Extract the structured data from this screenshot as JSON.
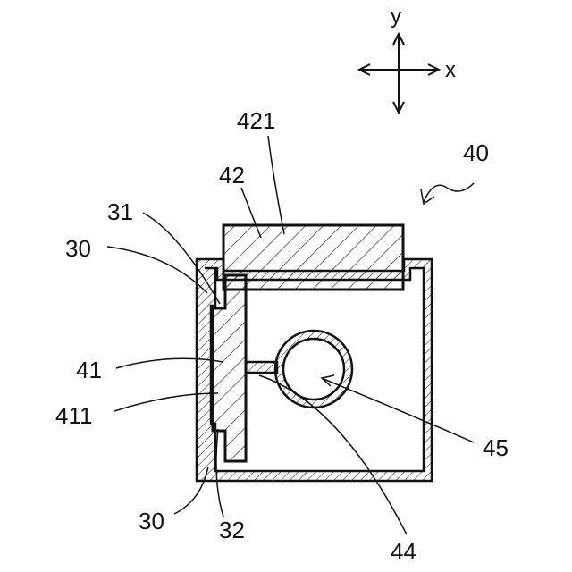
{
  "axes": {
    "y_label": "y",
    "x_label": "x"
  },
  "labels": {
    "l421": "421",
    "l42": "42",
    "l40": "40",
    "l31": "31",
    "l30_top": "30",
    "l41": "41",
    "l411": "411",
    "l45": "45",
    "l30_bottom": "30",
    "l32": "32",
    "l44": "44"
  },
  "colors": {
    "line": "#111111",
    "background": "#ffffff"
  }
}
